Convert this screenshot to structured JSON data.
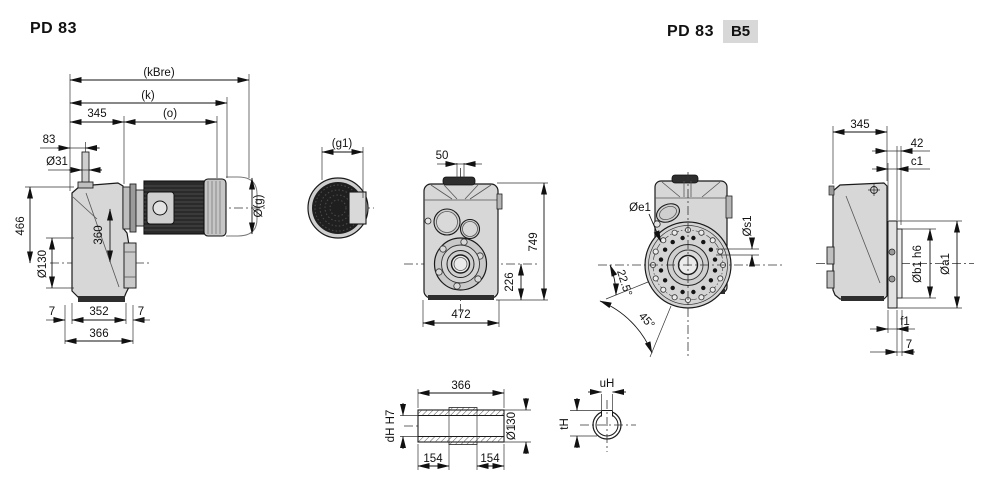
{
  "header": {
    "title_left": "PD 83",
    "title_right": "PD 83",
    "badge": "B5"
  },
  "side": {
    "kbre": "(kBre)",
    "k": "(k)",
    "d345": "345",
    "o": "(o)",
    "d83": "83",
    "d31": "Ø31",
    "d466": "466",
    "d360": "360",
    "d130": "Ø130",
    "dg": "Ø(g)",
    "d7l": "7",
    "d352": "352",
    "d7r": "7",
    "d366": "366"
  },
  "fan": {
    "g1": "(g1)"
  },
  "front": {
    "d50": "50",
    "d749": "749",
    "d226": "226",
    "d472": "472"
  },
  "face": {
    "e1": "Øe1",
    "s1": "Øs1",
    "a225": "22.5°",
    "a45": "45°"
  },
  "b5": {
    "d345": "345",
    "d42": "42",
    "c1": "c1",
    "b1": "Øb1 h6",
    "a1": "Øa1",
    "f1": "f1",
    "d7": "7"
  },
  "shaft": {
    "d366": "366",
    "dh": "dH H7",
    "d130": "Ø130",
    "d154a": "154",
    "d154b": "154"
  },
  "key": {
    "uh": "uH",
    "th": "tH"
  }
}
